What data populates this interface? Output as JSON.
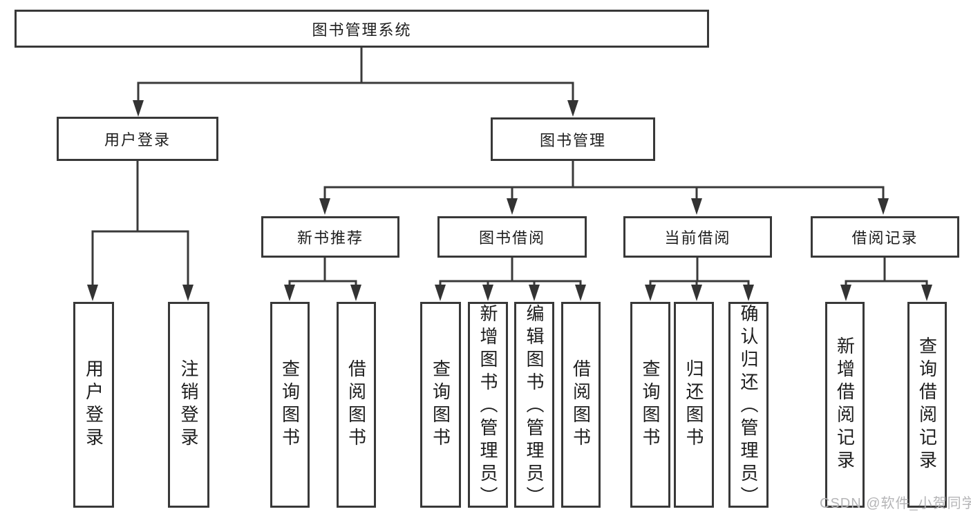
{
  "tree": {
    "label": "图书管理系统",
    "children": [
      {
        "label": "用户登录",
        "children": [
          {
            "label": "用户登录"
          },
          {
            "label": "注销登录"
          }
        ]
      },
      {
        "label": "图书管理",
        "children": [
          {
            "label": "新书推荐",
            "children": [
              {
                "label": "查询图书"
              },
              {
                "label": "借阅图书"
              }
            ]
          },
          {
            "label": "图书借阅",
            "children": [
              {
                "label": "查询图书"
              },
              {
                "label": "新增图书（管理员）"
              },
              {
                "label": "编辑图书（管理员）"
              },
              {
                "label": "借阅图书"
              }
            ]
          },
          {
            "label": "当前借阅",
            "children": [
              {
                "label": "查询图书"
              },
              {
                "label": "归还图书"
              },
              {
                "label": "确认归还（管理员）"
              }
            ]
          },
          {
            "label": "借阅记录",
            "children": [
              {
                "label": "新增借阅记录"
              },
              {
                "label": "查询借阅记录"
              }
            ]
          }
        ]
      }
    ]
  },
  "watermark": {
    "text": "CSDN @软件_小贺同学"
  },
  "colors": {
    "line": "#3a3a3a",
    "arrow": "#333333",
    "box_border": "#383838",
    "text": "#1d1d1d",
    "watermark": "#b5b5b7",
    "background": "#ffffff"
  }
}
